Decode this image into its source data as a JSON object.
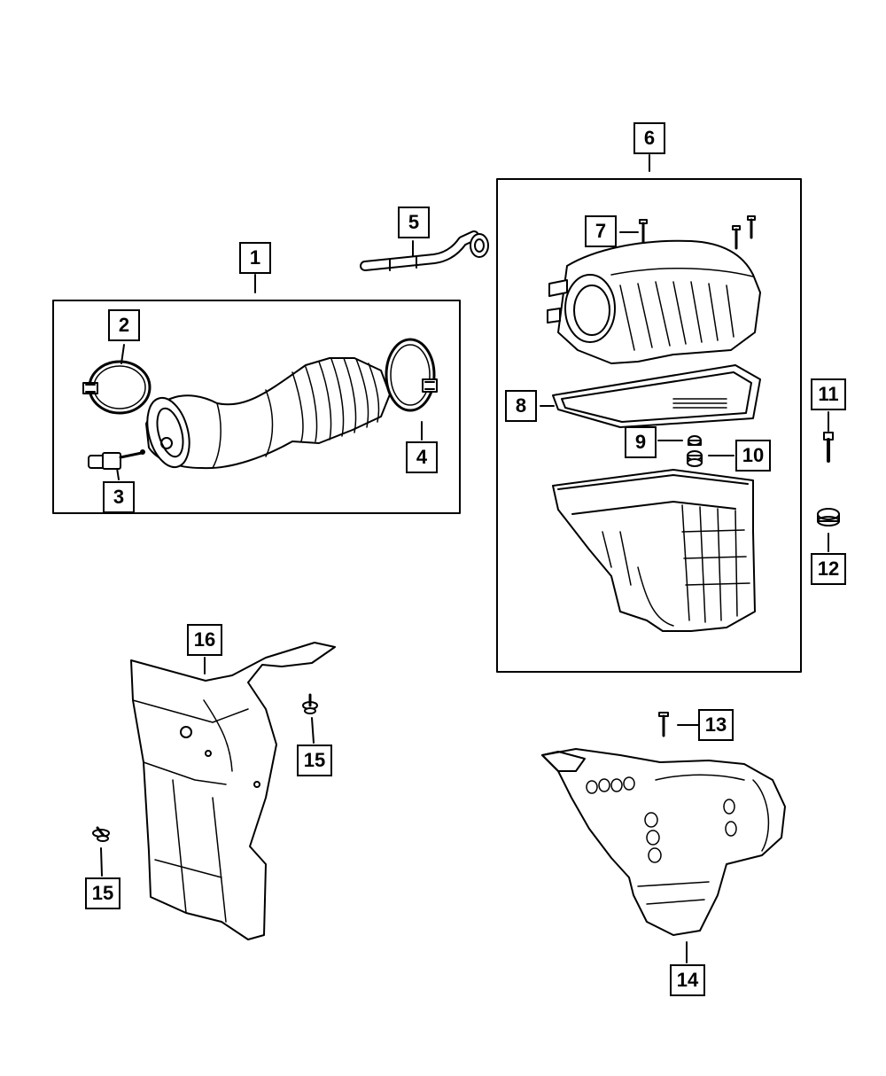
{
  "callouts": [
    {
      "id": "c1",
      "label": "1"
    },
    {
      "id": "c2",
      "label": "2"
    },
    {
      "id": "c3",
      "label": "3"
    },
    {
      "id": "c4",
      "label": "4"
    },
    {
      "id": "c5",
      "label": "5"
    },
    {
      "id": "c6",
      "label": "6"
    },
    {
      "id": "c7",
      "label": "7"
    },
    {
      "id": "c8",
      "label": "8"
    },
    {
      "id": "c9",
      "label": "9"
    },
    {
      "id": "c10",
      "label": "10"
    },
    {
      "id": "c11",
      "label": "11"
    },
    {
      "id": "c12",
      "label": "12"
    },
    {
      "id": "c13",
      "label": "13"
    },
    {
      "id": "c14",
      "label": "14"
    },
    {
      "id": "c15a",
      "label": "15"
    },
    {
      "id": "c15b",
      "label": "15"
    },
    {
      "id": "c16",
      "label": "16"
    }
  ]
}
